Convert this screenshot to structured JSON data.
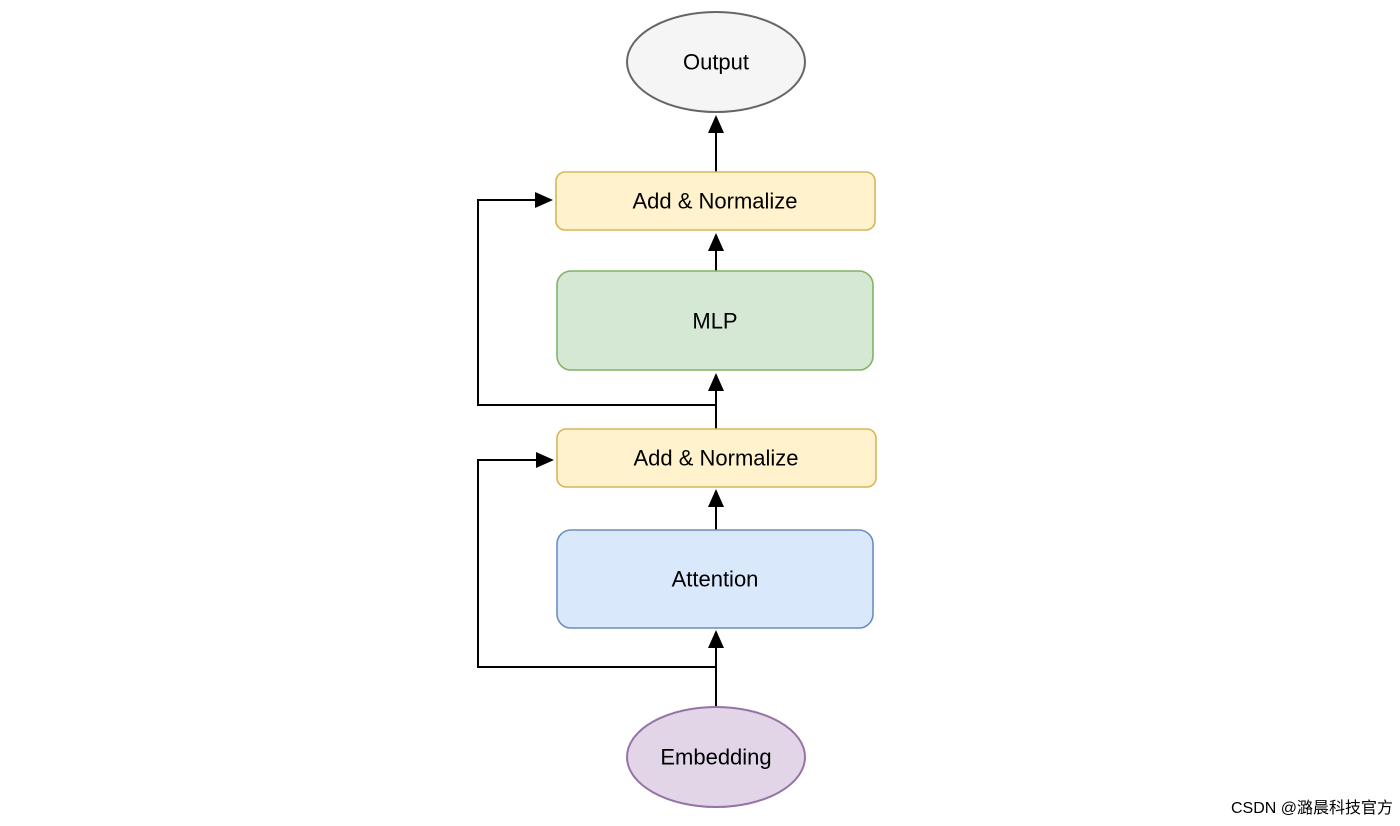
{
  "diagram": {
    "type": "flowchart",
    "description": "Transformer block architecture: Embedding feeds Attention, Add & Normalize, MLP, Add & Normalize, then Output, with residual skip connections around Attention and MLP.",
    "nodes": {
      "output": {
        "label": "Output",
        "shape": "ellipse",
        "fill": "#f5f5f5",
        "stroke": "#666666"
      },
      "add_norm_top": {
        "label": "Add & Normalize",
        "shape": "rounded-rect",
        "fill": "#fff2cc",
        "stroke": "#d6b656"
      },
      "mlp": {
        "label": "MLP",
        "shape": "rounded-rect",
        "fill": "#d5e8d4",
        "stroke": "#82b366"
      },
      "add_norm_bottom": {
        "label": "Add & Normalize",
        "shape": "rounded-rect",
        "fill": "#fff2cc",
        "stroke": "#d6b656"
      },
      "attention": {
        "label": "Attention",
        "shape": "rounded-rect",
        "fill": "#dae8fc",
        "stroke": "#6c8ebf"
      },
      "embedding": {
        "label": "Embedding",
        "shape": "ellipse",
        "fill": "#e1d5e7",
        "stroke": "#9673a6"
      }
    },
    "edges": [
      {
        "from": "embedding",
        "to": "attention",
        "kind": "straight-arrow"
      },
      {
        "from": "attention",
        "to": "add_norm_bottom",
        "kind": "straight-arrow"
      },
      {
        "from": "embedding",
        "to": "add_norm_bottom",
        "kind": "skip-connection-arrow"
      },
      {
        "from": "add_norm_bottom",
        "to": "mlp",
        "kind": "straight-arrow"
      },
      {
        "from": "mlp",
        "to": "add_norm_top",
        "kind": "straight-arrow"
      },
      {
        "from": "add_norm_bottom",
        "to": "add_norm_top",
        "kind": "skip-connection-arrow"
      },
      {
        "from": "add_norm_top",
        "to": "output",
        "kind": "straight-arrow"
      }
    ],
    "connector_color": "#000000",
    "background_color": "#ffffff"
  },
  "watermark": {
    "text": "CSDN @潞晨科技官方",
    "color": "#c9c9c9"
  }
}
